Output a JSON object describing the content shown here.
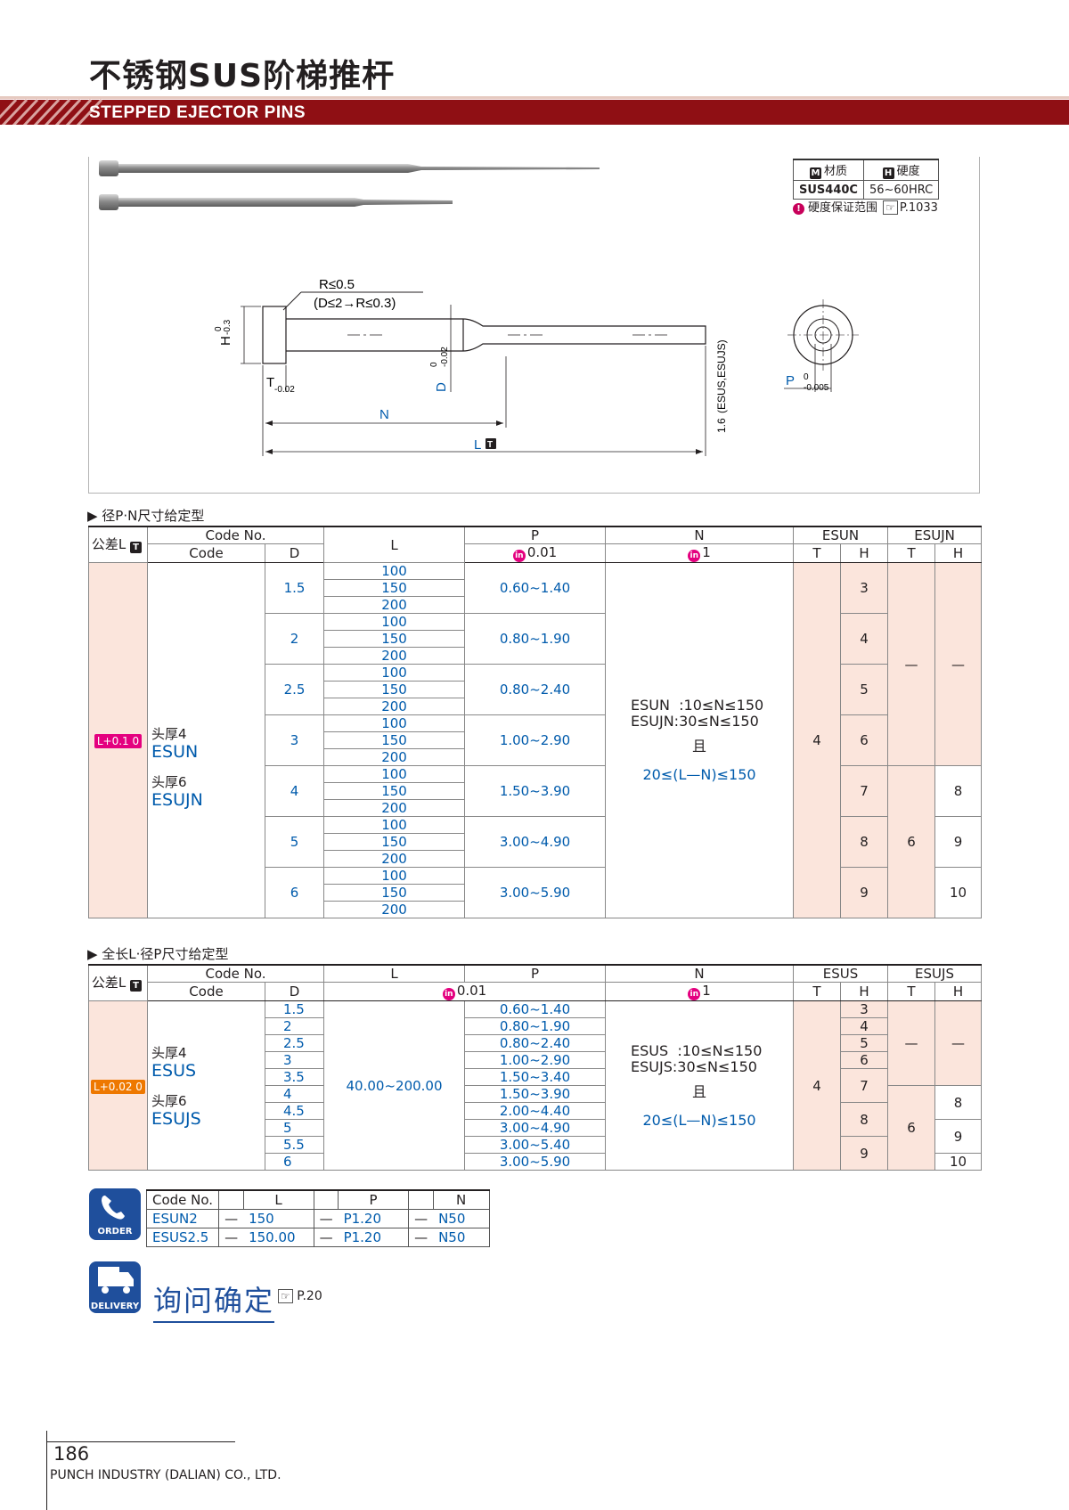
{
  "header": {
    "title": "不锈钢SUS阶梯推杆",
    "subtitle": "STEPPED EJECTOR PINS"
  },
  "material": {
    "material_icon": "M",
    "material_label": "材质",
    "hardness_icon": "H",
    "hardness_label": "硬度",
    "material_value": "SUS440C",
    "hardness_value": "56~60HRC",
    "note": "硬度保证范围",
    "note_ref": "P.1033"
  },
  "drawing": {
    "r_label": "R≤0.5",
    "r_note": "(D≤2→R≤0.3)",
    "h_label": "H",
    "h_tol_upper": "0",
    "h_tol_lower": "-0.3",
    "t_label": "T",
    "t_tol_upper": "",
    "t_tol_lower": "-0.02",
    "d_label": "D",
    "d_tol_upper": "0",
    "d_tol_lower": "-0.02",
    "p_label": "P",
    "p_tol_upper": "0",
    "p_tol_lower": "-0.005",
    "n_label": "N",
    "l_label": "L",
    "l_badge": "T",
    "roughness": "1.6",
    "roughness_note": "(ESUS,ESUJS)"
  },
  "table1": {
    "section_title": "▶ 径P·N尺寸给定型",
    "tolerance_label": "公差L",
    "tolerance_badge": "T",
    "tol_value": "L+0.1 0",
    "head": {
      "code_no": "Code No.",
      "code": "Code",
      "d": "D",
      "l": "L",
      "p": "P",
      "n": "N",
      "esun": "ESUN",
      "esujn": "ESUJN",
      "t": "T",
      "h": "H",
      "p_unit": "0.01",
      "n_unit": "1",
      "in_icon": "in"
    },
    "code_text": {
      "head4": "头厚4",
      "code_a": "ESUN",
      "head6": "头厚6",
      "code_b": "ESUJN"
    },
    "n_text": {
      "line1": "ESUN  :10≤N≤150",
      "line2": "ESUJN:30≤N≤150",
      "line3": "且",
      "line4": "20≤(L—N)≤150"
    },
    "t_esun": "4",
    "t_esujn": "6",
    "dash": "—",
    "rows": [
      {
        "d": "1.5",
        "l": [
          "100",
          "150",
          "200"
        ],
        "p": "0.60~1.40",
        "h_esun": "3",
        "h_esujn": ""
      },
      {
        "d": "2",
        "l": [
          "100",
          "150",
          "200"
        ],
        "p": "0.80~1.90",
        "h_esun": "4",
        "h_esujn": ""
      },
      {
        "d": "2.5",
        "l": [
          "100",
          "150",
          "200"
        ],
        "p": "0.80~2.40",
        "h_esun": "5",
        "h_esujn": ""
      },
      {
        "d": "3",
        "l": [
          "100",
          "150",
          "200"
        ],
        "p": "1.00~2.90",
        "h_esun": "6",
        "h_esujn": ""
      },
      {
        "d": "4",
        "l": [
          "100",
          "150",
          "200"
        ],
        "p": "1.50~3.90",
        "h_esun": "7",
        "h_esujn": "8"
      },
      {
        "d": "5",
        "l": [
          "100",
          "150",
          "200"
        ],
        "p": "3.00~4.90",
        "h_esun": "8",
        "h_esujn": "9"
      },
      {
        "d": "6",
        "l": [
          "100",
          "150",
          "200"
        ],
        "p": "3.00~5.90",
        "h_esun": "9",
        "h_esujn": "10"
      }
    ]
  },
  "table2": {
    "section_title": "▶ 全长L·径P尺寸给定型",
    "tolerance_label": "公差L",
    "tolerance_badge": "T",
    "tol_value": "L+0.02 0",
    "head": {
      "code_no": "Code No.",
      "code": "Code",
      "d": "D",
      "l": "L",
      "p": "P",
      "n": "N",
      "esus": "ESUS",
      "esujs": "ESUJS",
      "t": "T",
      "h": "H",
      "unit": "0.01",
      "n_unit": "1",
      "in_icon": "in"
    },
    "code_text": {
      "head4": "头厚4",
      "code_a": "ESUS",
      "head6": "头厚6",
      "code_b": "ESUJS"
    },
    "l_range": "40.00~200.00",
    "n_text": {
      "line1": "ESUS  :10≤N≤150",
      "line2": "ESUJS:30≤N≤150",
      "line3": "且",
      "line4": "20≤(L—N)≤150"
    },
    "t_esus": "4",
    "t_esujs": "6",
    "dash": "—",
    "rows": [
      {
        "d": "1.5",
        "p": "0.60~1.40"
      },
      {
        "d": "2",
        "p": "0.80~1.90"
      },
      {
        "d": "2.5",
        "p": "0.80~2.40"
      },
      {
        "d": "3",
        "p": "1.00~2.90"
      },
      {
        "d": "3.5",
        "p": "1.50~3.40"
      },
      {
        "d": "4",
        "p": "1.50~3.90"
      },
      {
        "d": "4.5",
        "p": "2.00~4.40"
      },
      {
        "d": "5",
        "p": "3.00~4.90"
      },
      {
        "d": "5.5",
        "p": "3.00~5.40"
      },
      {
        "d": "6",
        "p": "3.00~5.90"
      }
    ],
    "h_esus": [
      "3",
      "4",
      "5",
      "6",
      "7",
      "8",
      "9"
    ],
    "h_esujs": [
      "8",
      "9",
      "10"
    ]
  },
  "order": {
    "icon_label": "ORDER",
    "head": [
      "Code No.",
      "L",
      "P",
      "N"
    ],
    "rows": [
      {
        "code": "ESUN2",
        "l": "150",
        "p": "P1.20",
        "n": "N50"
      },
      {
        "code": "ESUS2.5",
        "l": "150.00",
        "p": "P1.20",
        "n": "N50"
      }
    ],
    "sep": "—"
  },
  "delivery": {
    "icon_label": "DELIVERY",
    "text": "询问确定",
    "ref": "P.20"
  },
  "footer": {
    "page": "186",
    "company": "PUNCH INDUSTRY (DALIAN) CO., LTD."
  }
}
